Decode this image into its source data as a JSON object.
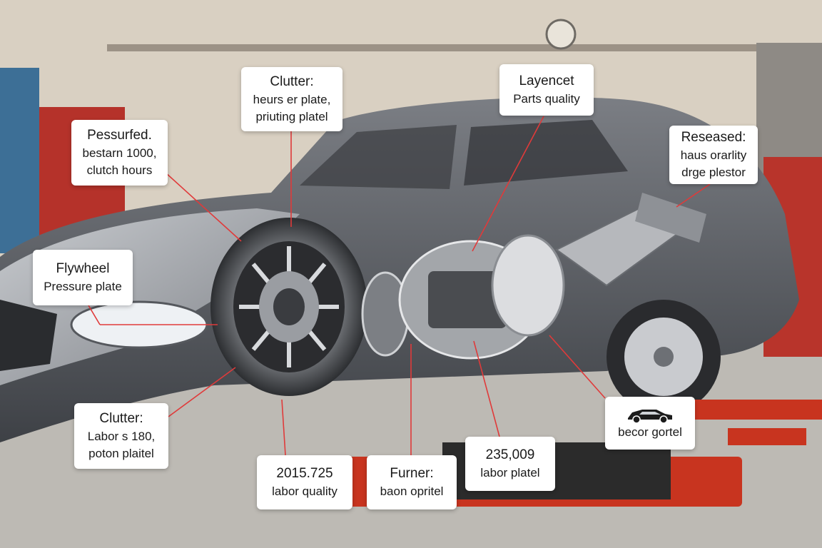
{
  "colors": {
    "leader": "#e03a3a",
    "lift": "#c8341f",
    "car_body": "#5b5e63",
    "floor": "#bdbab4"
  },
  "callouts": {
    "c1": {
      "line1": "Clutter:",
      "line2": "heurs er plate,",
      "line3": "priuting platel"
    },
    "c2": {
      "line1": "Pessurfed.",
      "line2": "bestarn 1000,",
      "line3": "clutch hours"
    },
    "c3": {
      "line1": "Layencet",
      "line2": "Parts quality"
    },
    "c4": {
      "line1": "Reseased:",
      "line2": "haus orarlity",
      "line3": "drge plestor"
    },
    "c5": {
      "line1": "Flywheel",
      "line2": "Pressure plate"
    },
    "c6": {
      "line1": "Clutter:",
      "line2": "Labor s 180,",
      "line3": "poton plaitel"
    },
    "c7": {
      "line1": "2015.725",
      "line2": "labor quality"
    },
    "c8": {
      "line1": "Furner:",
      "line2": "baon opritel"
    },
    "c9": {
      "line1": "235,009",
      "line2": "labor platel"
    },
    "c10": {
      "line1": "becor gortel",
      "icon": "car-icon"
    }
  }
}
